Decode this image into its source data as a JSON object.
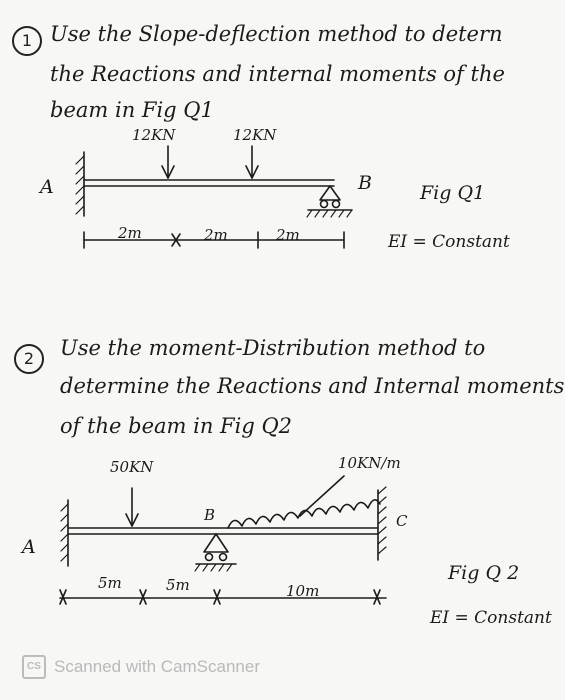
{
  "q1": {
    "number": "1",
    "text_line1": "Use the Slope-deflection method to detern",
    "text_line2": "the Reactions and internal moments of the",
    "text_line3": "beam in Fig Q1",
    "load_left": "12KN",
    "load_right": "12KN",
    "support_a": "A",
    "support_b": "B",
    "span_1": "2m",
    "span_2": "2m",
    "span_3": "2m",
    "figure_label": "Fig Q1",
    "ei_note": "EI = Constant"
  },
  "q2": {
    "number": "2",
    "text_line1": "Use the moment-Distribution method to",
    "text_line2": "determine the Reactions and Internal moments",
    "text_line3": "of the beam in Fig Q2",
    "point_load": "50KN",
    "udl_load": "10KN/m",
    "support_a": "A",
    "support_b": "B",
    "support_c": "C",
    "span_1": "5m",
    "span_2": "5m",
    "span_3": "10m",
    "figure_label": "Fig Q 2",
    "ei_note": "EI = Constant"
  },
  "footer": {
    "logo_text": "CS",
    "scanner_text": "Scanned with CamScanner"
  },
  "ink_color": "#1b1b1b"
}
